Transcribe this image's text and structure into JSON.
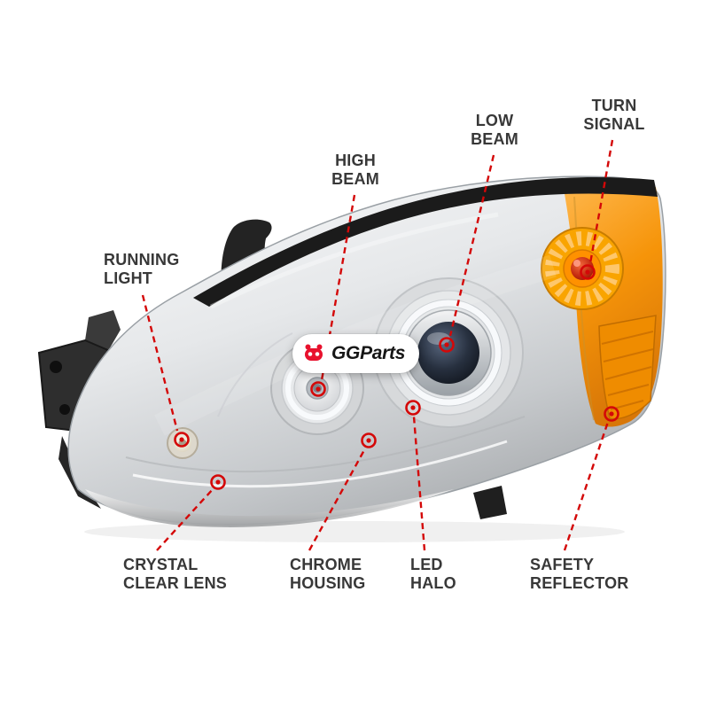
{
  "logo": {
    "text": "GGParts",
    "icon": "robot-icon",
    "accent_color": "#e8112d"
  },
  "callouts": {
    "running_light": {
      "label": "RUNNING\nLIGHT"
    },
    "high_beam": {
      "label": "HIGH\nBEAM"
    },
    "low_beam": {
      "label": "LOW\nBEAM"
    },
    "turn_signal": {
      "label": "TURN\nSIGNAL"
    },
    "crystal_clear_lens": {
      "label": "CRYSTAL\nCLEAR LENS"
    },
    "chrome_housing": {
      "label": "CHROME\nHOUSING"
    },
    "led_halo": {
      "label": "LED\nHALO"
    },
    "safety_reflector": {
      "label": "SAFETY\nREFLECTOR"
    }
  },
  "colors": {
    "callout_red": "#d40808",
    "label_text": "#383838",
    "amber": "#f59100",
    "chrome": "#d6d8da",
    "background": "#ffffff"
  }
}
